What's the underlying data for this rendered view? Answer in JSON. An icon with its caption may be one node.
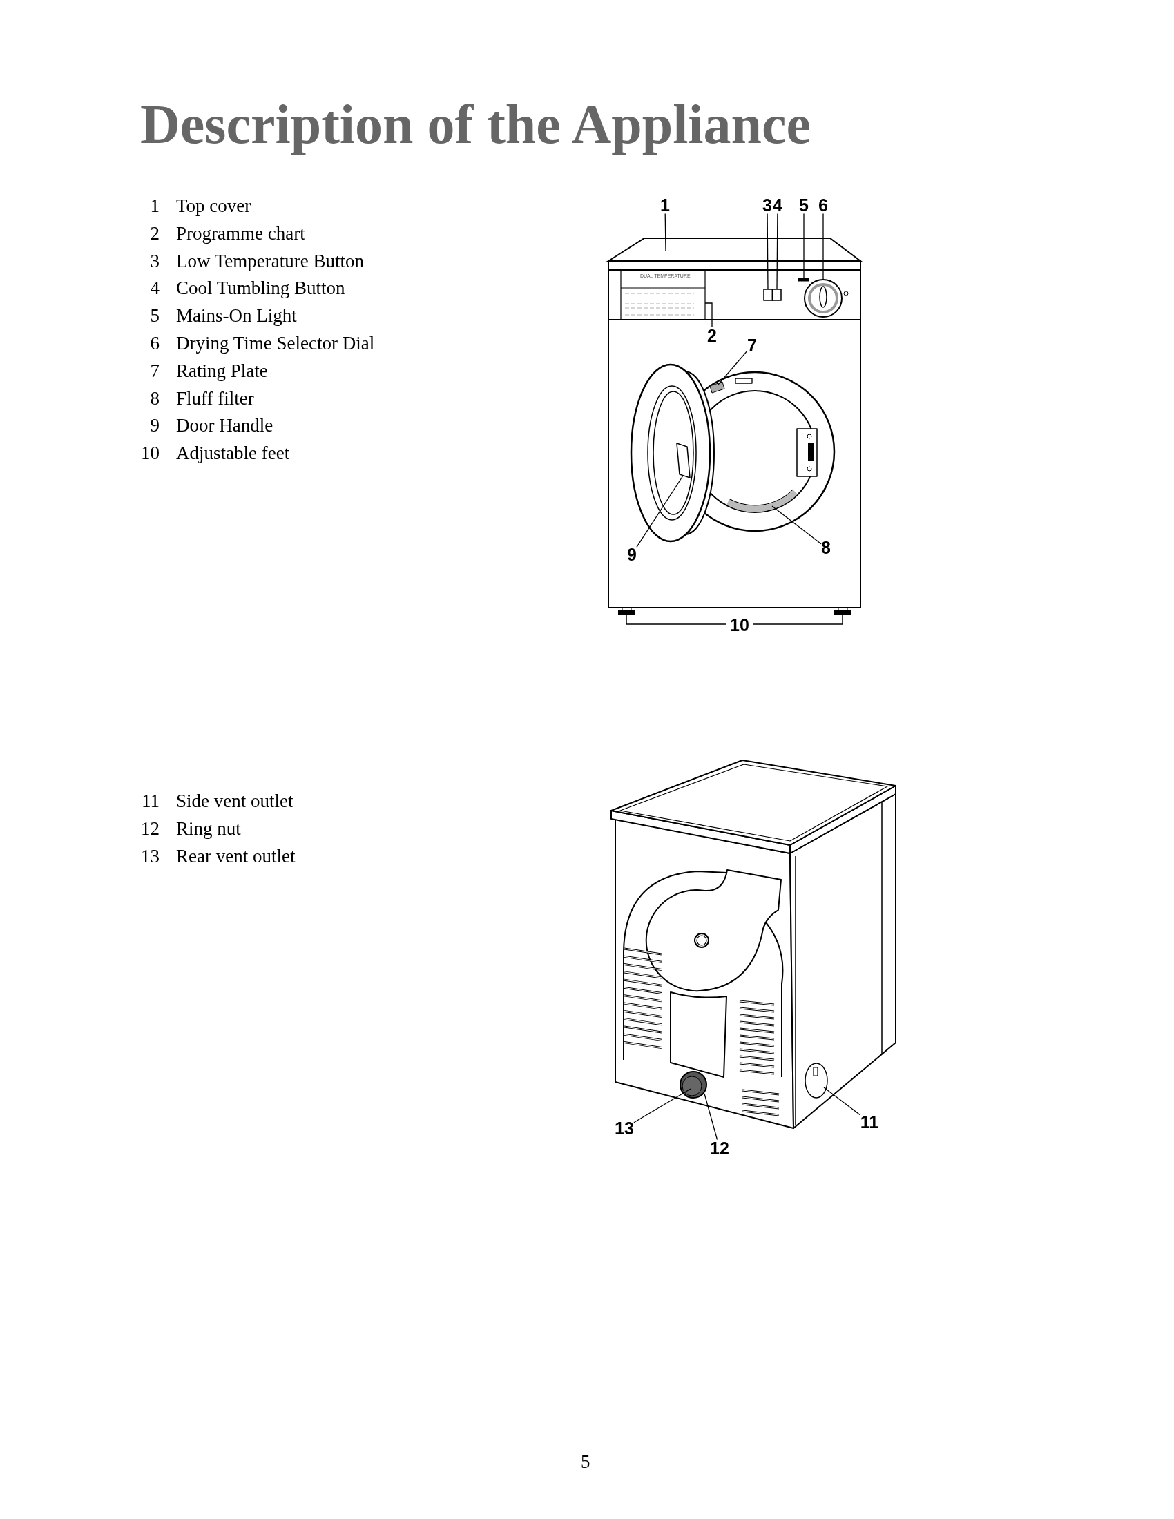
{
  "diagram": {
    "title": "Description of the Appliance",
    "nodes": [
      {
        "text": [
          "1"
        ]
      },
      {
        "text": [
          "2"
        ]
      },
      {
        "text": [
          "3"
        ]
      },
      {
        "text": [
          "4"
        ]
      },
      {
        "text": [
          "5"
        ]
      },
      {
        "text": [
          "6"
        ]
      },
      {
        "text": [
          "7"
        ]
      },
      {
        "text": [
          "8"
        ]
      },
      {
        "text": [
          "9"
        ]
      },
      {
        "text": [
          "11"
        ]
      },
      {
        "text": [
          "12"
        ]
      },
      {
        "text": [
          "13"
        ]
      },
      {
        "text": [],
        "shape": "box"
      },
      {
        "text": [],
        "shape": "box"
      },
      {
        "text": [],
        "shape": "box"
      },
      {
        "text": [],
        "shape": "box"
      },
      {
        "text": [],
        "shape": "bar"
      },
      {
        "text": [],
        "shape": "circle"
      },
      {
        "text": [],
        "shape": "box"
      },
      {
        "text": [],
        "shape": "bar"
      },
      {
        "text": [],
        "shape": "box"
      },
      {
        "text": [],
        "shape": "circle"
      },
      {
        "text": [],
        "shape": "circle"
      },
      {
        "text": [],
        "shape": "circle",
        "in": 22
      }
    ],
    "edges": [
      {
        "from": 0,
        "to": 12,
        "arrow": "none"
      },
      {
        "from": 1,
        "to": 13,
        "arrow": "none"
      },
      {
        "from": 2,
        "to": 14,
        "arrow": "none"
      },
      {
        "from": 3,
        "to": 15,
        "arrow": "none"
      },
      {
        "from": 4,
        "to": 16,
        "arrow": "none"
      },
      {
        "from": 5,
        "to": 17,
        "arrow": "none"
      },
      {
        "from": 6,
        "to": 18,
        "arrow": "none"
      },
      {
        "from": 7,
        "to": 19,
        "arrow": "none"
      },
      {
        "from": 8,
        "to": 20,
        "arrow": "none"
      },
      {
        "from": 9,
        "to": 21,
        "arrow": "none"
      },
      {
        "from": 10,
        "to": 22,
        "arrow": "none"
      },
      {
        "from": 11,
        "to": 23,
        "arrow": "none"
      }
    ],
    "labels": [
      "1",
      "Top cover",
      "2",
      "Programme chart",
      "3",
      "Low Temperature Button",
      "4",
      "Cool Tumbling Button",
      "5",
      "Mains-On Light",
      "6",
      "Drying Time Selector Dial",
      "7",
      "Rating Plate",
      "8",
      "Fluff filter",
      "9",
      "Door Handle",
      "10",
      "Adjustable feet",
      "DUAL TEMPERATURE",
      "10",
      "11",
      "Side vent outlet",
      "12",
      "Ring nut",
      "13",
      "Rear vent outlet",
      "5"
    ]
  }
}
